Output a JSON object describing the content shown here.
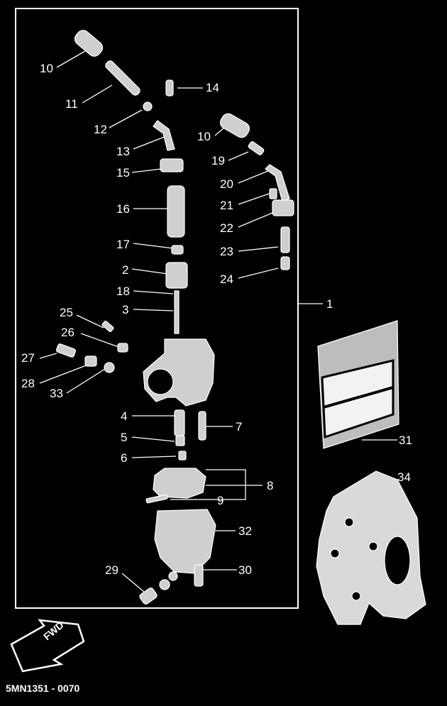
{
  "labels": {
    "l10a": "10",
    "l11": "11",
    "l12": "12",
    "l13": "13",
    "l14": "14",
    "l15": "15",
    "l16": "16",
    "l17": "17",
    "l2": "2",
    "l18": "18",
    "l3": "3",
    "l10b": "10",
    "l19": "19",
    "l20": "20",
    "l21": "21",
    "l22": "22",
    "l23": "23",
    "l24": "24",
    "l1": "1",
    "l25": "25",
    "l26": "26",
    "l27": "27",
    "l28": "28",
    "l33": "33",
    "l31": "31",
    "l4": "4",
    "l7": "7",
    "l5": "5",
    "l6": "6",
    "l8": "8",
    "l9": "9",
    "l34": "34",
    "l32": "32",
    "l29": "29",
    "l30": "30"
  },
  "fwd_label": "FWD",
  "diagram_code": "5MN1351 - 0070",
  "colors": {
    "background": "#000000",
    "lines": "#ffffff",
    "parts": "#cfcfcf"
  }
}
